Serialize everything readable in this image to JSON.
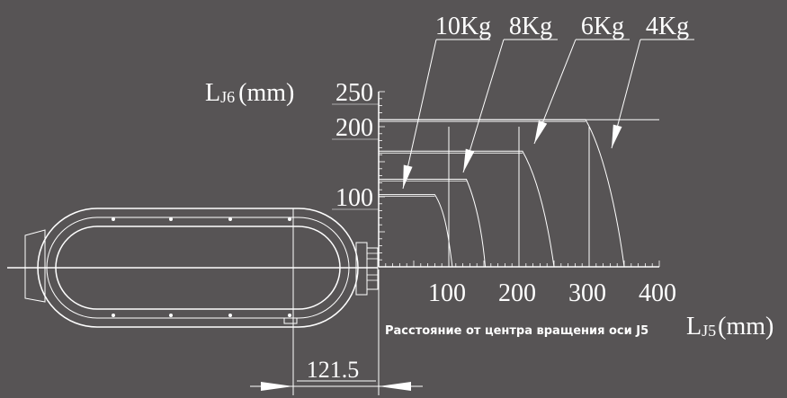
{
  "colors": {
    "background": "#575455",
    "ink": "#ffffff"
  },
  "chart": {
    "y_axis_label_main": "L",
    "y_axis_label_sub": "J6",
    "y_axis_unit": "(mm)",
    "x_axis_caption": "Расстояние от центра вращения оси J5",
    "x_axis_label_main": "L",
    "x_axis_label_sub": "J5",
    "x_axis_unit": "(mm)",
    "y_ticks": [
      "250",
      "200",
      "100"
    ],
    "x_ticks": [
      "100",
      "200",
      "300",
      "400"
    ],
    "load_labels": [
      "10Kg",
      "8Kg",
      "6Kg",
      "4Kg"
    ]
  },
  "dimension": {
    "offset_value": "121.5"
  },
  "chart_data": {
    "type": "line",
    "xlabel": "Расстояние от центра вращения оси J5 LJ5(mm)",
    "ylabel": "LJ6(mm)",
    "xlim": [
      0,
      400
    ],
    "ylim": [
      0,
      250
    ],
    "series": [
      {
        "name": "10Kg",
        "x": [
          0,
          80,
          95,
          100,
          105
        ],
        "y": [
          103,
          103,
          80,
          40,
          0
        ]
      },
      {
        "name": "8Kg",
        "x": [
          0,
          125,
          140,
          148,
          152
        ],
        "y": [
          125,
          125,
          90,
          45,
          0
        ]
      },
      {
        "name": "6Kg",
        "x": [
          0,
          205,
          225,
          240,
          250
        ],
        "y": [
          165,
          165,
          130,
          70,
          0
        ]
      },
      {
        "name": "4Kg",
        "x": [
          0,
          295,
          318,
          338,
          350
        ],
        "y": [
          210,
          210,
          170,
          90,
          0
        ]
      }
    ]
  }
}
